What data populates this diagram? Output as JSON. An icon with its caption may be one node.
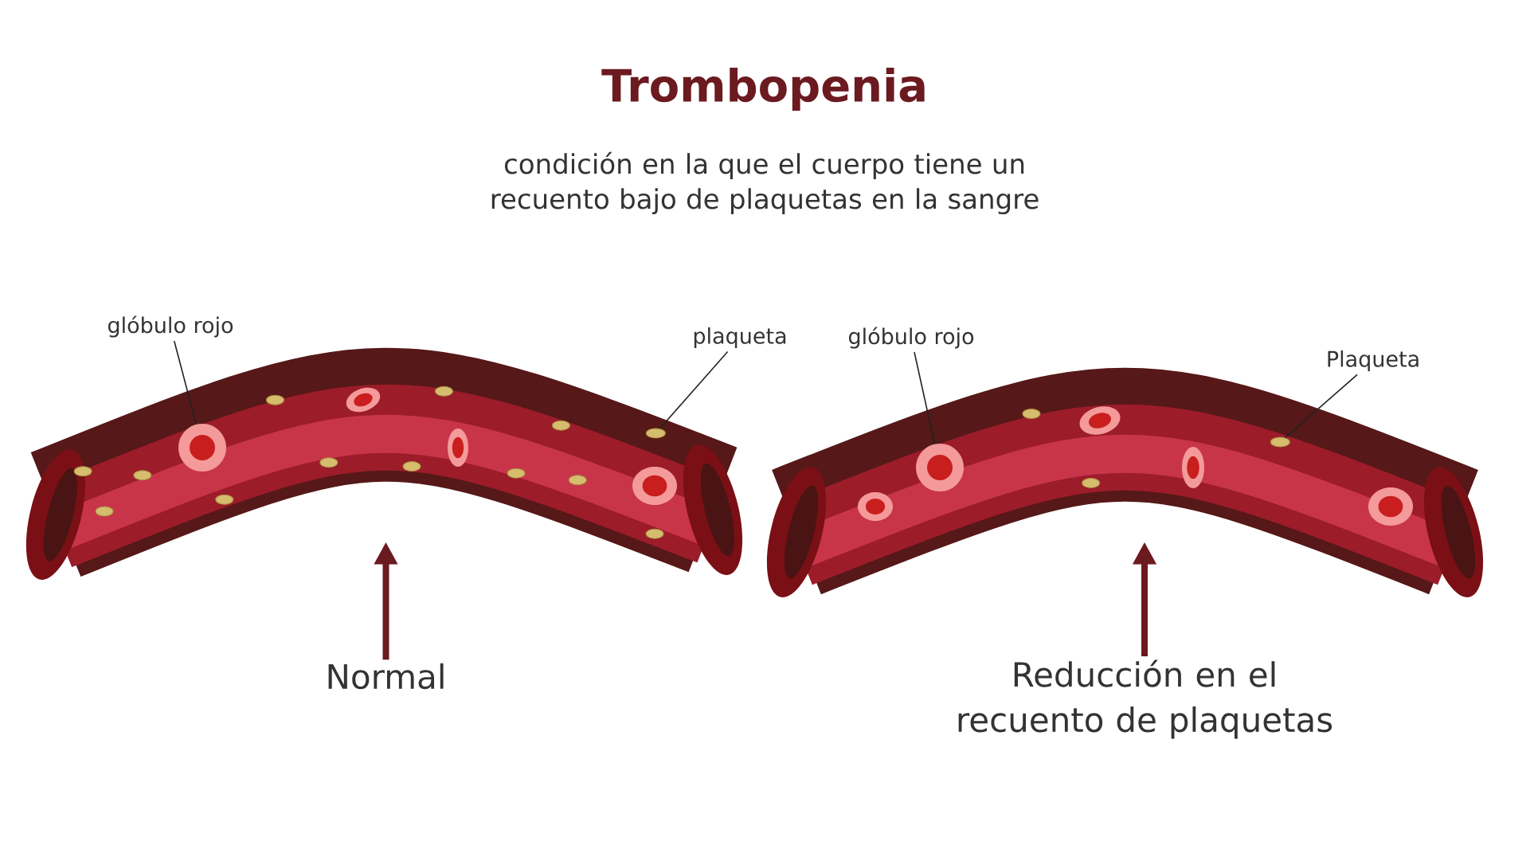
{
  "diagram": {
    "title": "Trombopenia",
    "nodes": [
      {
        "text": [],
        "shape": "picture"
      },
      {
        "text": [],
        "shape": "circle",
        "in": 0
      },
      {
        "text": [],
        "shape": "blob",
        "in": 0
      },
      {
        "text": [
          "glóbulo rojo"
        ]
      },
      {
        "text": [
          "plaqueta"
        ]
      },
      {
        "text": [
          "Normal"
        ]
      },
      {
        "text": [],
        "shape": "picture"
      },
      {
        "text": [],
        "shape": "circle",
        "in": 6
      },
      {
        "text": [],
        "shape": "blob",
        "in": 6
      },
      {
        "text": [
          "glóbulo rojo"
        ]
      },
      {
        "text": [
          "Plaqueta"
        ]
      },
      {
        "text": [
          "Reducción en el recuento de plaquetas"
        ]
      }
    ],
    "edges": [
      {
        "from": 3,
        "to": 1,
        "arrow": "none"
      },
      {
        "from": 4,
        "to": 2,
        "arrow": "none"
      },
      {
        "from": 5,
        "to": 0,
        "arrow": "to",
        "style": "thick"
      },
      {
        "from": 9,
        "to": 7,
        "arrow": "none"
      },
      {
        "from": 10,
        "to": 8,
        "arrow": "none"
      },
      {
        "from": 11,
        "to": 6,
        "arrow": "to",
        "style": "thick"
      }
    ],
    "labels": [
      "condición en la que el cuerpo tiene un recuento bajo de plaquetas en la sangre"
    ]
  }
}
